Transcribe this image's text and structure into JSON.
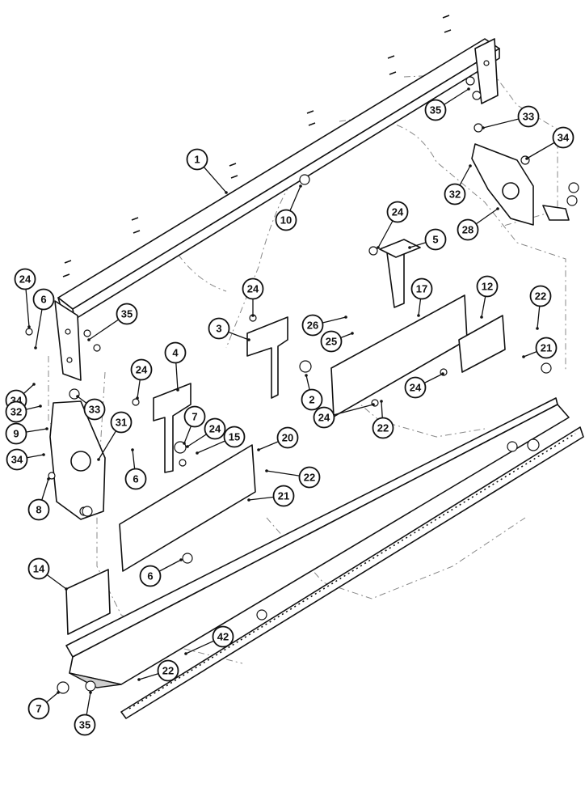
{
  "callouts": [
    {
      "id": "c1",
      "label": "1"
    },
    {
      "id": "c10",
      "label": "10"
    },
    {
      "id": "c35a",
      "label": "35"
    },
    {
      "id": "c33a",
      "label": "33"
    },
    {
      "id": "c34a",
      "label": "34"
    },
    {
      "id": "c32a",
      "label": "32"
    },
    {
      "id": "c28",
      "label": "28"
    },
    {
      "id": "c24a",
      "label": "24"
    },
    {
      "id": "c5",
      "label": "5"
    },
    {
      "id": "c12",
      "label": "12"
    },
    {
      "id": "c17",
      "label": "17"
    },
    {
      "id": "c22a",
      "label": "22"
    },
    {
      "id": "c21a",
      "label": "21"
    },
    {
      "id": "c24b",
      "label": "24"
    },
    {
      "id": "c6a",
      "label": "6"
    },
    {
      "id": "c35b",
      "label": "35"
    },
    {
      "id": "c24c",
      "label": "24"
    },
    {
      "id": "c3",
      "label": "3"
    },
    {
      "id": "c26",
      "label": "26"
    },
    {
      "id": "c25",
      "label": "25"
    },
    {
      "id": "c2",
      "label": "2"
    },
    {
      "id": "c24d",
      "label": "24"
    },
    {
      "id": "c22b",
      "label": "22"
    },
    {
      "id": "c24e",
      "label": "24"
    },
    {
      "id": "c4",
      "label": "4"
    },
    {
      "id": "c24f",
      "label": "24"
    },
    {
      "id": "c34b",
      "label": "34"
    },
    {
      "id": "c33b",
      "label": "33"
    },
    {
      "id": "c32b",
      "label": "32"
    },
    {
      "id": "c31",
      "label": "31"
    },
    {
      "id": "c9",
      "label": "9"
    },
    {
      "id": "c34c",
      "label": "34"
    },
    {
      "id": "c7a",
      "label": "7"
    },
    {
      "id": "c24g",
      "label": "24"
    },
    {
      "id": "c15",
      "label": "15"
    },
    {
      "id": "c20",
      "label": "20"
    },
    {
      "id": "c6b",
      "label": "6"
    },
    {
      "id": "c22c",
      "label": "22"
    },
    {
      "id": "c8",
      "label": "8"
    },
    {
      "id": "c21b",
      "label": "21"
    },
    {
      "id": "c6c",
      "label": "6"
    },
    {
      "id": "c14",
      "label": "14"
    },
    {
      "id": "c42",
      "label": "42"
    },
    {
      "id": "c22d",
      "label": "22"
    },
    {
      "id": "c7b",
      "label": "7"
    },
    {
      "id": "c35c",
      "label": "35"
    }
  ]
}
